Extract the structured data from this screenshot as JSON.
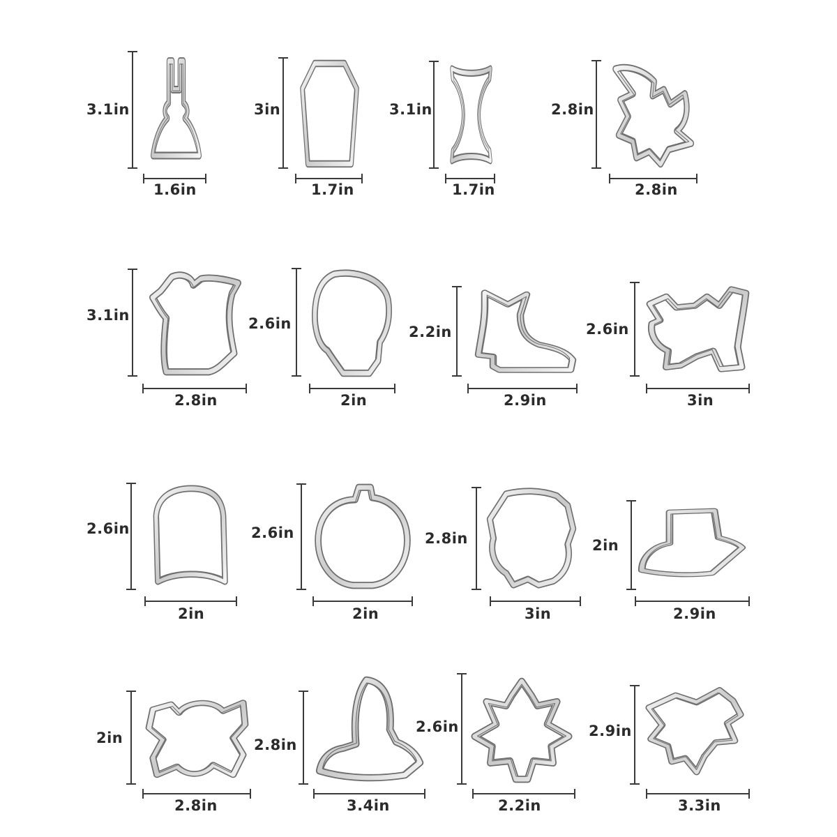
{
  "metal": {
    "light": "#f4f4f4",
    "mid": "#c9c9c9",
    "dark": "#6e6e6e",
    "line": "#3a3a3a"
  },
  "cutters": [
    {
      "shape": "broom-icon",
      "height": "3.1in",
      "width": "1.6in"
    },
    {
      "shape": "coffin-icon",
      "height": "3in",
      "width": "1.7in"
    },
    {
      "shape": "candy-icon",
      "height": "3.1in",
      "width": "1.7in"
    },
    {
      "shape": "flying-witch-icon",
      "height": "2.8in",
      "width": "2.8in"
    },
    {
      "shape": "ghost-icon",
      "height": "3.1in",
      "width": "2.8in"
    },
    {
      "shape": "skull-icon",
      "height": "2.6in",
      "width": "2in"
    },
    {
      "shape": "witch-boot-icon",
      "height": "2.2in",
      "width": "2.9in"
    },
    {
      "shape": "black-cat-icon",
      "height": "2.6in",
      "width": "3in"
    },
    {
      "shape": "tombstone-icon",
      "height": "2.6in",
      "width": "2in"
    },
    {
      "shape": "pumpkin-icon",
      "height": "2.6in",
      "width": "2in"
    },
    {
      "shape": "cauldron-icon",
      "height": "2.8in",
      "width": "3in"
    },
    {
      "shape": "hat-icon",
      "height": "2in",
      "width": "2.9in"
    },
    {
      "shape": "candy-wrapper-icon",
      "height": "2in",
      "width": "2.8in"
    },
    {
      "shape": "witch-hat-icon",
      "height": "2.8in",
      "width": "3.4in"
    },
    {
      "shape": "maple-leaf-icon",
      "height": "2.6in",
      "width": "2.2in"
    },
    {
      "shape": "bat-icon",
      "height": "2.9in",
      "width": "3.3in"
    }
  ]
}
